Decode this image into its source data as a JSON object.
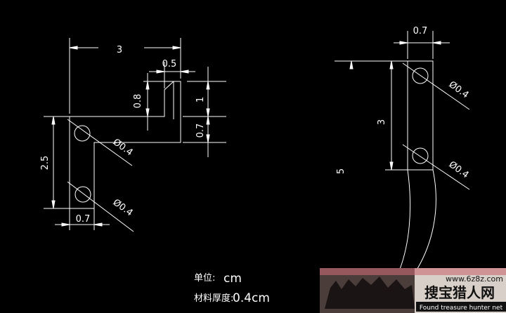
{
  "drawing": {
    "left_part": {
      "dim_width": "3",
      "dim_notch": "0.5",
      "dim_notch_height": "0.8",
      "dim_right_upper": "1",
      "dim_right_lower": "0.7",
      "dim_height": "2.5",
      "dim_bottom_width": "0.7",
      "hole_upper": "Ø0.4",
      "hole_lower": "Ø0.4"
    },
    "right_part": {
      "dim_width": "0.7",
      "dim_hole_spacing": "3",
      "dim_total_height": "5",
      "hole_upper": "Ø0.4",
      "hole_lower": "Ø0.4"
    },
    "notes": {
      "unit_label": "单位:",
      "unit_value": "cm",
      "thickness_label": "材料厚度:",
      "thickness_value": "0.4cm"
    }
  },
  "watermark": {
    "url": "www.6z8z.com",
    "brand": "搜宝猎人网",
    "tagline": "Found treasure hunter net"
  },
  "colors": {
    "background": "#000000",
    "lines": "#ffffff"
  }
}
